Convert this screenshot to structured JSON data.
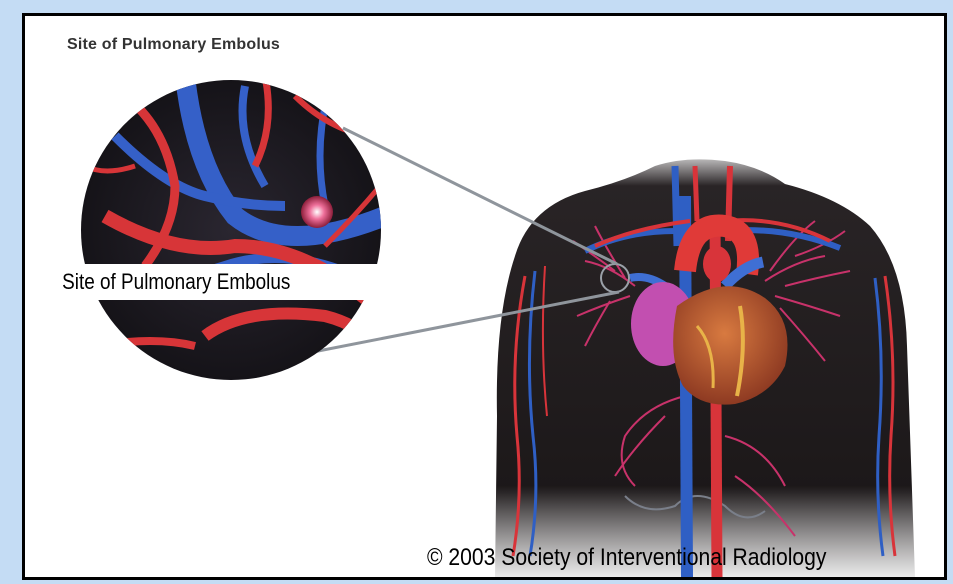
{
  "figure": {
    "small_title": "Site of Pulmonary Embolus",
    "callout_label": "Site of Pulmonary Embolus",
    "copyright": "© 2003 Society of Interventional Radiology"
  },
  "colors": {
    "page_background": "#c4dcf4",
    "frame_border": "#000000",
    "artery_red": "#d8343a",
    "vein_blue": "#2f5fc4",
    "heart_orange": "#c25a2c",
    "right_atrium_magenta": "#c24fb0",
    "body_dark": "#1e1a1c"
  },
  "icons": [
    "magnified-inset-icon",
    "torso-icon",
    "heart-icon",
    "embolus-icon"
  ]
}
